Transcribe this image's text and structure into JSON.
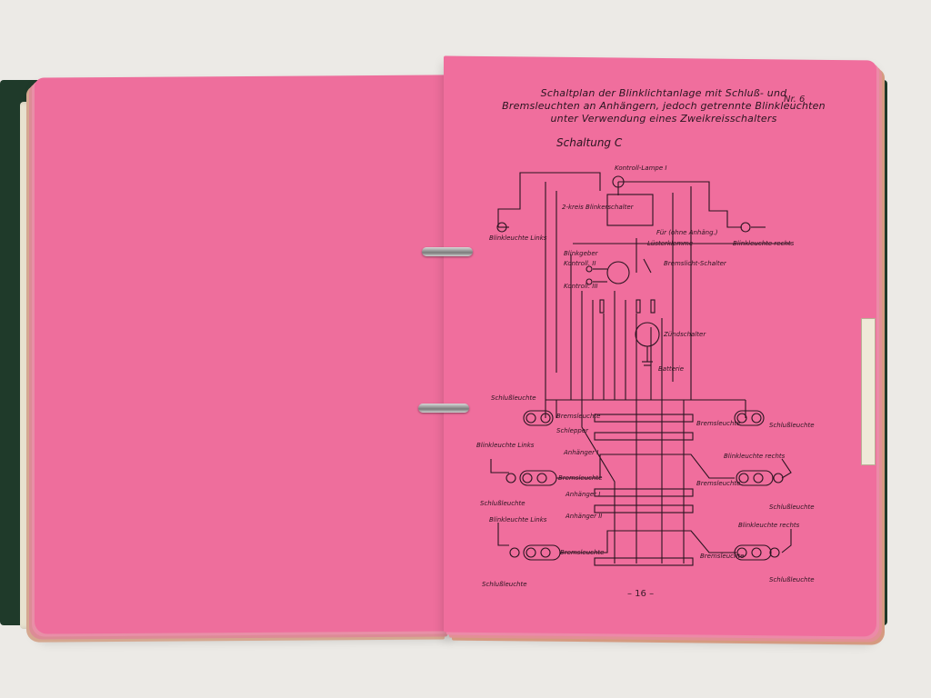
{
  "document": {
    "title_lines": [
      "Schaltplan der Blinklichtanlage mit Schluß- und",
      "Bremsleuchten an Anhängern, jedoch getrennte Blinkleuchten",
      "unter Verwendung eines Zweikreisschalters"
    ],
    "sheet_number": "Nr. 6",
    "subtitle": "Schaltung C",
    "page_number": "– 16 –"
  },
  "schematic_labels": {
    "kontroll_lampe": "Kontroll-Lampe I",
    "zweikreis_schalter": "2-kreis Blinkerschalter",
    "fuer_anhaenger": "Für (ohne Anhäng.)",
    "luesterklemme": "Lüsterklemme",
    "blinkleuchte_links_top": "Blinkleuchte Links",
    "blinkleuchte_rechts_top": "Blinkleuchte rechts",
    "blinkgeber": "Blinkgeber",
    "kontroll_2": "Kontroll. II",
    "kontroll_3": "Kontroll. III",
    "bremslicht_schalter": "Bremslicht-Schalter",
    "zuendschalter": "Zündschalter",
    "batterie": "Batterie",
    "schlussleuchte_1": "Schlußleuchte",
    "bremsleuchte_1": "Bremsleuchte",
    "schlepper": "Schlepper",
    "anhaenger_1": "Anhänger I",
    "bremsleuchte_r1": "Bremsleuchte",
    "schlussleuchte_r1": "Schlußleuchte",
    "blinkleuchte_links_2": "Blinkleuchte Links",
    "blinkleuchte_rechts_2": "Blinkleuchte rechts",
    "bremsleuchte_2": "Bremsleuchte",
    "bremsleuchte_r2": "Bremsleuchte",
    "schlussleuchte_2": "Schlußleuchte",
    "anhaenger_2": "Anhänger I",
    "anhaenger_3": "Anhänger II",
    "schlussleuchte_r2": "Schlußleuchte",
    "blinkleuchte_links_3": "Blinkleuchte Links",
    "blinkleuchte_rechts_3": "Blinkleuchte rechts",
    "bremsleuchte_3": "Bremsleuchte",
    "bremsleuchte_r3": "Bremsleuchte",
    "schlussleuchte_3": "Schlußleuchte",
    "schlussleuchte_r3": "Schlußleuchte"
  },
  "colors": {
    "page": "#f06e9d",
    "ink": "#2a1420",
    "binder": "#1f3a2a"
  }
}
